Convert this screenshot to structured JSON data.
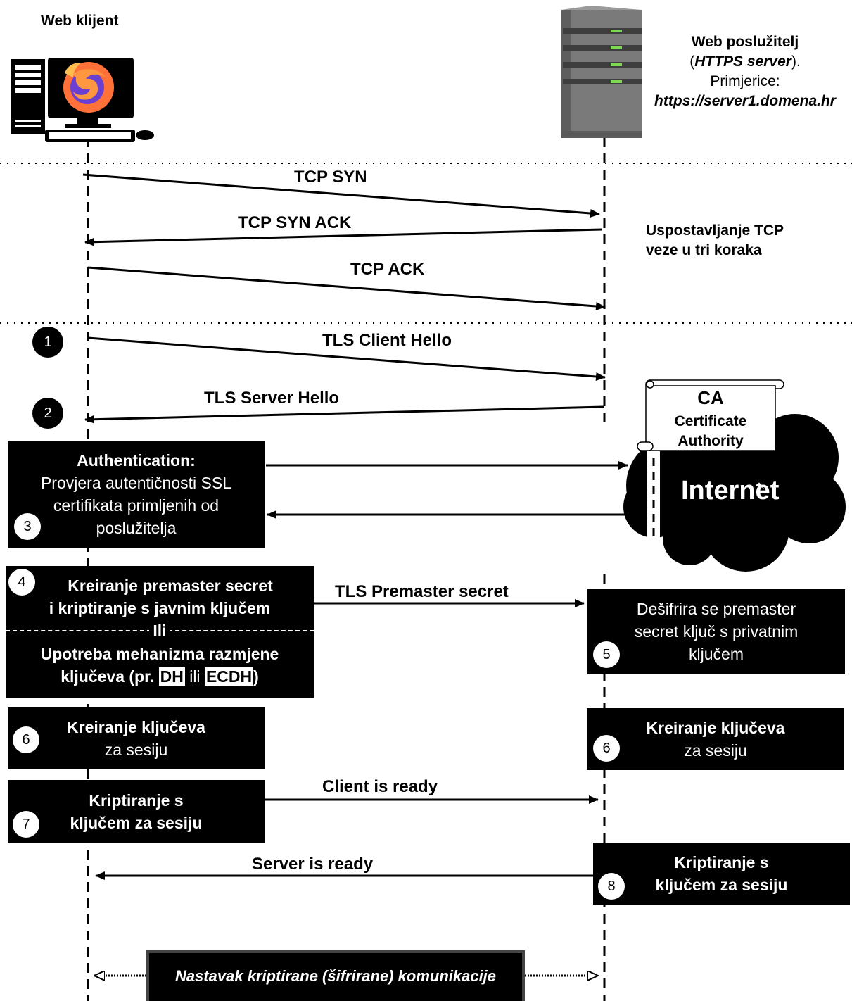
{
  "client": {
    "title": "Web klijent"
  },
  "server": {
    "line1": "Web poslužitelj",
    "line2_open": "(",
    "line2_italic": "HTTPS server",
    "line2_close": ").",
    "line3": "Primjerice:",
    "line4": "https://server1.domena.hr"
  },
  "tcp": {
    "syn": "TCP SYN",
    "synack": "TCP SYN ACK",
    "ack": "TCP ACK",
    "note_line1": "Uspostavljanje TCP",
    "note_line2": "veze u tri koraka"
  },
  "tls": {
    "client_hello": "TLS Client Hello",
    "server_hello": "TLS Server Hello",
    "premaster": "TLS Premaster secret",
    "client_ready": "Client is ready",
    "server_ready": "Server is ready"
  },
  "ca": {
    "title": "CA",
    "line1": "Certificate",
    "line2": "Authority"
  },
  "internet": "Internet",
  "steps": {
    "s1": "1",
    "s2": "2",
    "s3": "3",
    "s4": "4",
    "s5": "5",
    "s6a": "6",
    "s6b": "6",
    "s7": "7",
    "s8": "8"
  },
  "auth": {
    "title": "Authentication:",
    "line1": "Provjera autentičnosti SSL",
    "line2": "certifikata primljenih od",
    "line3": "poslužitelja"
  },
  "premaster_box": {
    "line1": "Kreiranje premaster secret",
    "line2": "i kriptiranje s javnim ključem",
    "divider": "Ili",
    "line3": "Upotreba mehanizma razmjene",
    "line4_a": "ključeva (pr.",
    "dh": "DH",
    "line4_b": "ili",
    "ecdh": "ECDH",
    "line4_c": ")"
  },
  "decrypt_box": {
    "line1": "Dešifrira se premaster",
    "line2": "secret ključ s privatnim",
    "line3": "ključem"
  },
  "keys_client": {
    "line1": "Kreiranje ključeva",
    "line2": "za sesiju"
  },
  "keys_server": {
    "line1": "Kreiranje ključeva",
    "line2": "za sesiju"
  },
  "encrypt_client": {
    "line1": "Kriptiranje s",
    "line2": "ključem za sesiju"
  },
  "encrypt_server": {
    "line1": "Kriptiranje s",
    "line2": "ključem za sesiju"
  },
  "continuation": "Nastavak kriptirane (šifrirane) komunikacije",
  "colors": {
    "led": "#7ed957",
    "server_body": "#7a7a7a",
    "firefox_orange": "#ff7139",
    "firefox_purple": "#6a3fd1"
  }
}
